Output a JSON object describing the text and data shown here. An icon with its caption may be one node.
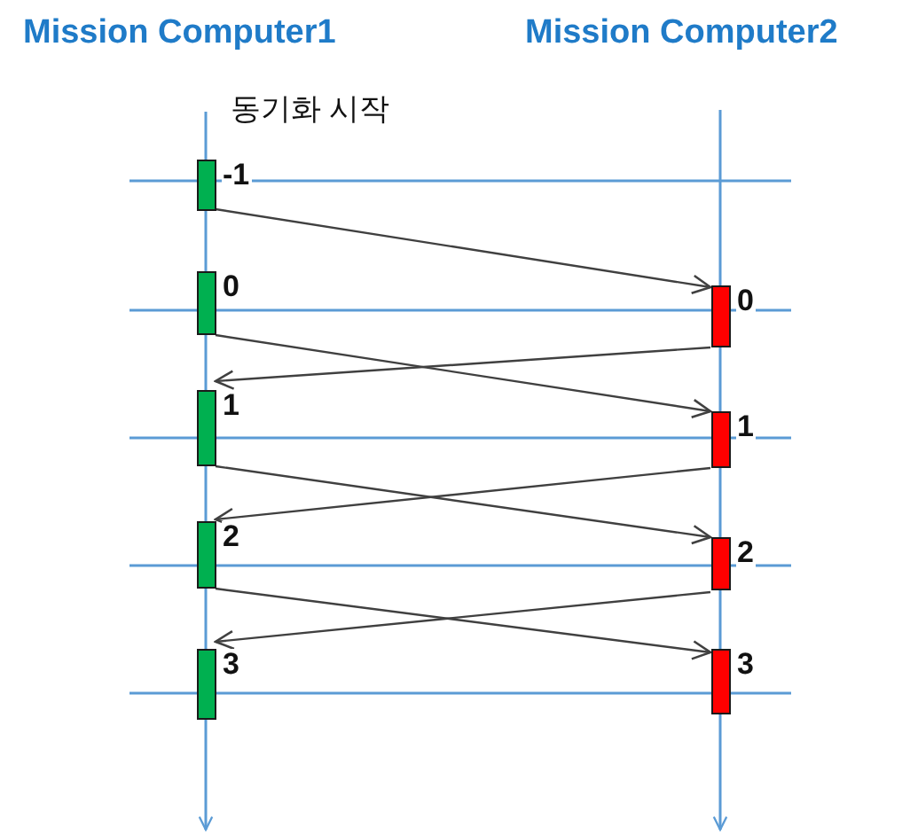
{
  "diagram": {
    "nodes": [
      {
        "text": [],
        "shape": "bar",
        "beside": [
          "-1"
        ]
      },
      {
        "text": [],
        "shape": "bar",
        "beside": [
          "0"
        ]
      },
      {
        "text": [],
        "shape": "bar",
        "beside": [
          "0"
        ]
      },
      {
        "text": [],
        "shape": "bar",
        "beside": [
          "1"
        ]
      },
      {
        "text": [],
        "shape": "bar",
        "beside": [
          "1"
        ]
      },
      {
        "text": [],
        "shape": "bar",
        "beside": [
          "2"
        ]
      },
      {
        "text": [],
        "shape": "bar",
        "beside": [
          "2"
        ]
      },
      {
        "text": [],
        "shape": "bar",
        "beside": [
          "3"
        ]
      },
      {
        "text": [],
        "shape": "bar",
        "beside": [
          "3"
        ]
      }
    ],
    "edges": [
      {
        "from": 0,
        "to": 2,
        "arrow": "to"
      },
      {
        "from": 2,
        "to": 3,
        "arrow": "to"
      },
      {
        "from": 1,
        "to": 4,
        "arrow": "to"
      },
      {
        "from": 4,
        "to": 5,
        "arrow": "to"
      },
      {
        "from": 3,
        "to": 6,
        "arrow": "to"
      },
      {
        "from": 6,
        "to": 7,
        "arrow": "to"
      },
      {
        "from": 5,
        "to": 8,
        "arrow": "to"
      }
    ],
    "labels": [
      "Mission Computer1",
      "Mission Computer2",
      "동기화 시작"
    ]
  }
}
